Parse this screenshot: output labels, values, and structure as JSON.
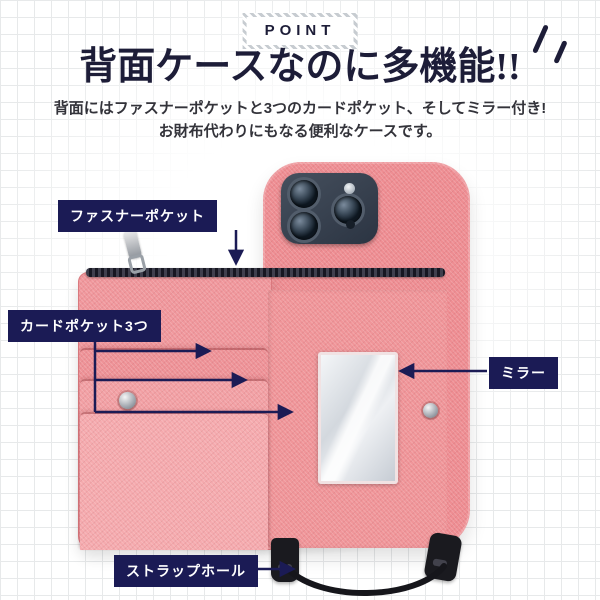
{
  "header": {
    "point_label": "POINT",
    "title": "背面ケースなのに多機能!!",
    "description_line1": "背面にはファスナーポケットと3つのカードポケット、そしてミラー付き!",
    "description_line2": "お財布代わりにもなる便利なケースです。"
  },
  "callouts": {
    "zipper_pocket": "ファスナーポケット",
    "card_pockets": "カードポケット3つ",
    "mirror": "ミラー",
    "strap_hole": "ストラップホール"
  },
  "colors": {
    "navy": "#1b1b55",
    "ink": "#1d1d38",
    "pink": "#ee8d92",
    "pink_light": "#f0979c",
    "label_text": "#ffffff"
  }
}
